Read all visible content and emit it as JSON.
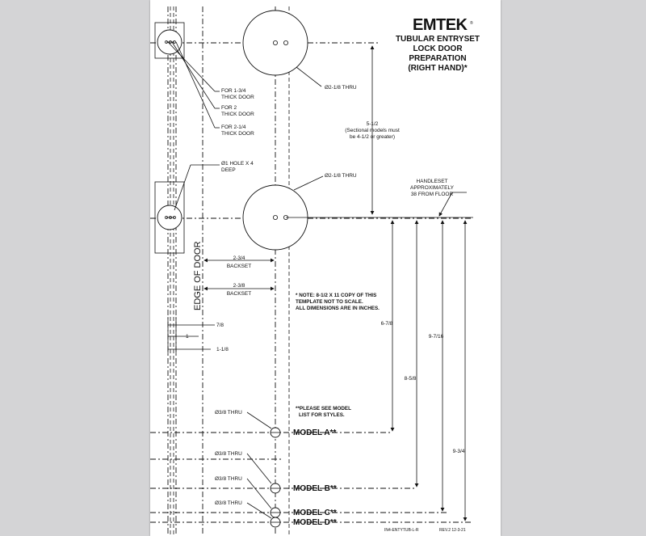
{
  "brand": {
    "name": "EMTEK",
    "mark": "®"
  },
  "title": {
    "line1": "TUBULAR ENTRYSET",
    "line2": "LOCK DOOR",
    "line3": "PREPARATION",
    "line4": "(RIGHT HAND)*"
  },
  "edge_label": "EDGE OF DOOR",
  "callouts": {
    "door_134_a": "FOR 1-3/4",
    "door_134_b": "THICK DOOR",
    "door_2_a": "FOR 2",
    "door_2_b": "THICK DOOR",
    "door_214_a": "FOR 2-1/4",
    "door_214_b": "THICK DOOR",
    "hole_a": "Ø1 HOLE X 4",
    "hole_b": "DEEP",
    "thru_top": "Ø2-1/8 THRU",
    "thru_mid": "Ø2-1/8 THRU",
    "spacing": "5-1/2",
    "spacing_note_a": "(Sectional models must",
    "spacing_note_b": "be 4-1/2 or greater)",
    "handle_a": "HANDLESET",
    "handle_b": "APPROXIMATELY",
    "handle_c": "38 FROM FLOOR",
    "backset_234_a": "2-3/4",
    "backset_234_b": "BACKSET",
    "backset_238_a": "2-3/8",
    "backset_238_b": "BACKSET",
    "note_a": "* NOTE: 8-1/2 X 11 COPY OF THIS",
    "note_b": "TEMPLATE NOT TO SCALE.",
    "note_c": "ALL DIMENSIONS ARE IN INCHES.",
    "d_78": "7/8",
    "d_1": "1",
    "d_118": "1-1/8",
    "d_678": "6-7/8",
    "d_858": "8-5/8",
    "d_9716": "9-7/16",
    "d_934": "9-3/4",
    "model_note_a": "**PLEASE SEE MODEL",
    "model_note_b": "LIST FOR STYLES.",
    "thru_a": "Ø3/8 THRU",
    "thru_b1": "Ø3/8 THRU",
    "thru_b2": "Ø3/8 THRU",
    "thru_c": "Ø3/8 THRU"
  },
  "models": {
    "a": "MODEL A**",
    "b": "MODEL B**",
    "c": "MODEL C**",
    "d": "MODEL D**"
  },
  "footer": {
    "code": "IN4-ENTYTUB-L-R",
    "rev": "REV.2  12-3-21"
  }
}
